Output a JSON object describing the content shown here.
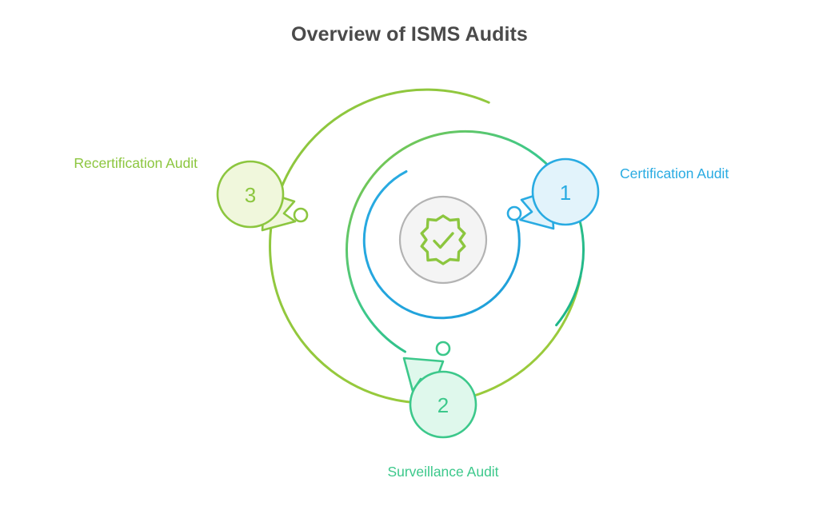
{
  "page": {
    "title": "Overview of ISMS Audits",
    "background_color": "#ffffff",
    "title_color": "#4a4a4a"
  },
  "center_badge": {
    "icon": "verified-badge-check-icon",
    "ring_color": "#b3b3b3",
    "fill_color": "#f4f4f4",
    "icon_color": "#8CC63F"
  },
  "audits": [
    {
      "number": "1",
      "label": "Certification Audit",
      "color": "#29ABE2",
      "bubble_fill": "#E2F3FB",
      "ring": "inner-blue-arc"
    },
    {
      "number": "2",
      "label": "Surveillance Audit",
      "color": "#3CC88B",
      "bubble_fill": "#DFF8EC",
      "ring": "middle-teal-arc"
    },
    {
      "number": "3",
      "label": "Recertification Audit",
      "color": "#8CC63F",
      "bubble_fill": "#F0F7DC",
      "ring": "outer-green-arc"
    }
  ],
  "arcs": [
    {
      "name": "outer-green-arc",
      "color_start": "#8CC63F",
      "color_end": "#8CC63F",
      "radius": 196
    },
    {
      "name": "middle-teal-arc",
      "color_start": "#8CC63F",
      "color_end": "#16B189",
      "radius": 148
    },
    {
      "name": "inner-blue-arc",
      "color_start": "#29ABE2",
      "color_end": "#29ABE2",
      "radius": 97
    }
  ]
}
